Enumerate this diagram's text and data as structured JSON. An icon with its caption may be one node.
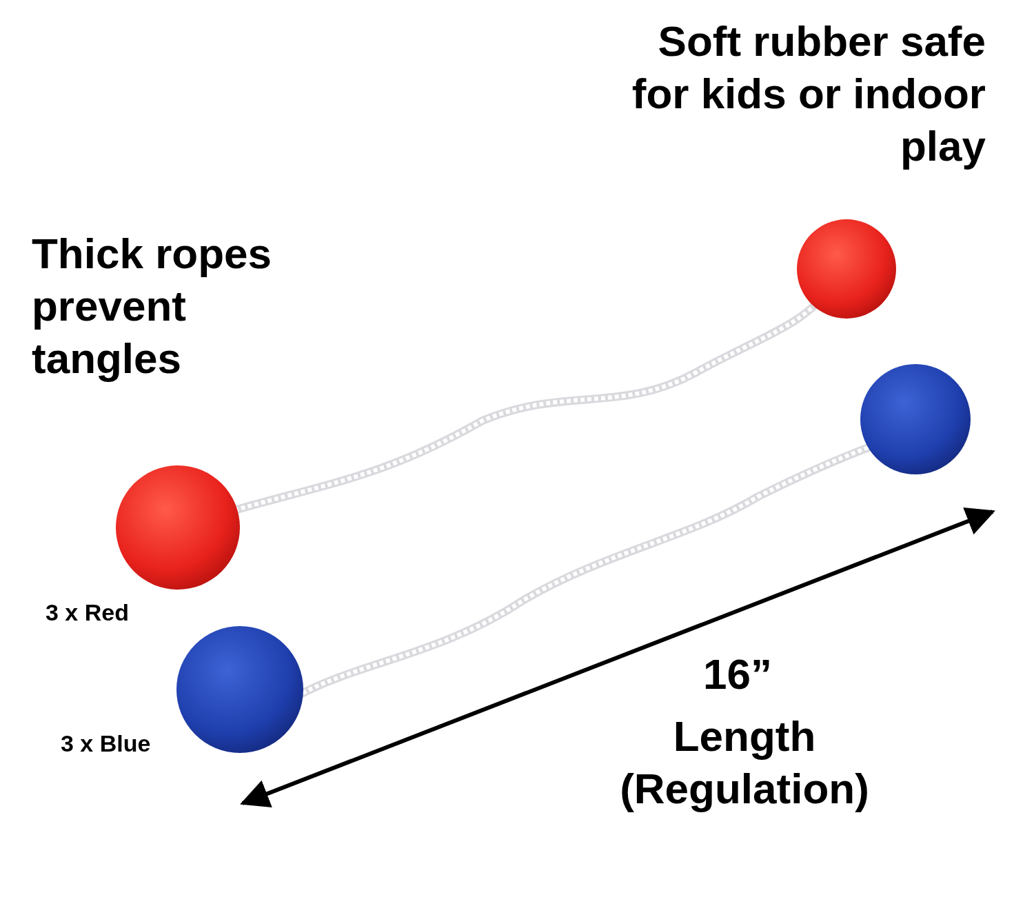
{
  "diagram": {
    "labels": [
      "Soft rubber safe for kids or indoor play",
      "Thick ropes prevent tangles",
      "3 x Red",
      "3 x Blue",
      "16”",
      "Length (Regulation)"
    ]
  }
}
